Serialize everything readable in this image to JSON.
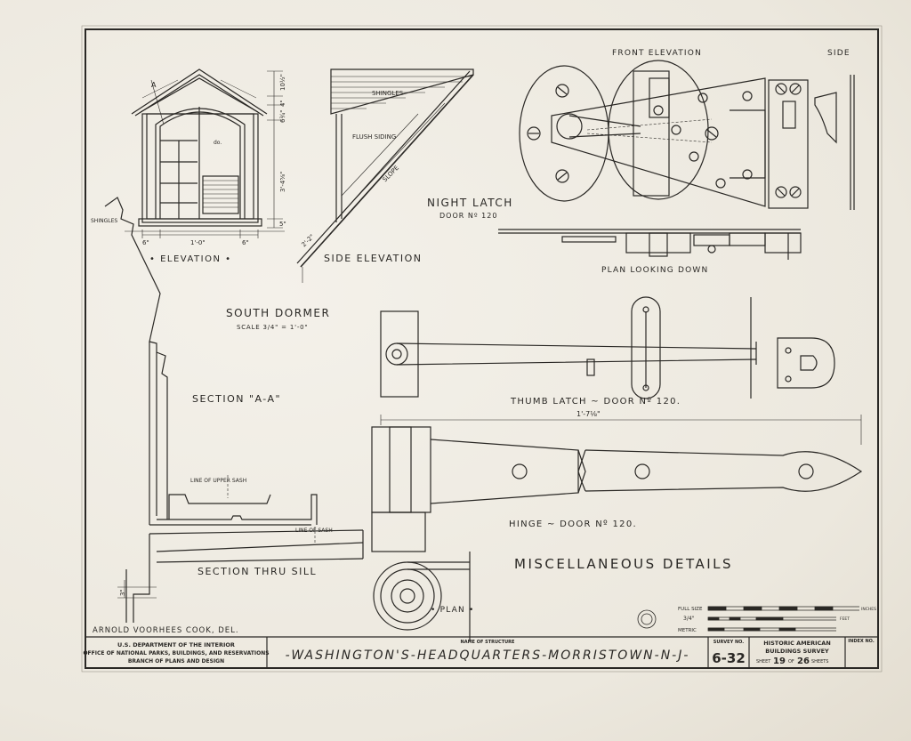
{
  "drawing": {
    "south_dormer": {
      "title": "SOUTH DORMER",
      "scale": "SCALE 3/4\" = 1'-0\"",
      "elevation_label": "• ELEVATION •",
      "side_elevation_label": "SIDE ELEVATION",
      "section_aa_label": "SECTION \"A-A\"",
      "section_sill_label": "SECTION THRU SILL",
      "shingles_note": "SHINGLES",
      "flush_siding_note": "FLUSH SIDING",
      "slope_note": "SLOPE",
      "line_upper_sash_note": "LINE OF UPPER SASH",
      "line_sash_note": "LINE OF SASH",
      "section_mark": "A",
      "dim_width": "1'-0\"",
      "dim_left": "6\"",
      "dim_right": "6\"",
      "dim_h1": "10½\"",
      "dim_h2": "4\"",
      "dim_h3": "6¾\"",
      "dim_h4": "3'-4⅝\"",
      "dim_h5": "5\"",
      "dim_side": "2'-2\"",
      "dim_sill": "3\"",
      "note_do": "do."
    },
    "night_latch": {
      "title": "NIGHT LATCH",
      "subtitle": "DOOR Nº 120",
      "front_label": "FRONT ELEVATION",
      "side_label": "SIDE",
      "plan_label": "PLAN LOOKING DOWN"
    },
    "thumb_latch": {
      "label": "THUMB LATCH ~ DOOR Nº 120."
    },
    "hinge": {
      "label": "HINGE ~ DOOR Nº 120.",
      "dimension": "1'-7⅛\"",
      "plan_label": "• PLAN •"
    },
    "misc_title": "MISCELLANEOUS DETAILS",
    "scales": {
      "full_size": "FULL SIZE",
      "three_quarter": "3/4\"",
      "metric": "METRIC",
      "inches": "INCHES",
      "feet": "FEET"
    }
  },
  "title_block": {
    "delineator": "ARNOLD VOORHEES COOK, DEL.",
    "agency_line1": "U.S. DEPARTMENT OF THE INTERIOR",
    "agency_line2": "OFFICE OF NATIONAL PARKS, BUILDINGS, AND RESERVATIONS",
    "agency_line3": "BRANCH OF PLANS AND DESIGN",
    "name_caption": "NAME OF STRUCTURE",
    "structure_name": "-WASHINGTON'S-HEADQUARTERS-MORRISTOWN-N-J-",
    "survey_caption": "SURVEY NO.",
    "survey_no": "6-32",
    "habs_line1": "HISTORIC AMERICAN",
    "habs_line2": "BUILDINGS SURVEY",
    "sheet_word": "SHEET",
    "sheet_no": "19",
    "of_word": "OF",
    "sheet_total": "26",
    "sheets_word": "SHEETS",
    "index_caption": "INDEX NO."
  }
}
